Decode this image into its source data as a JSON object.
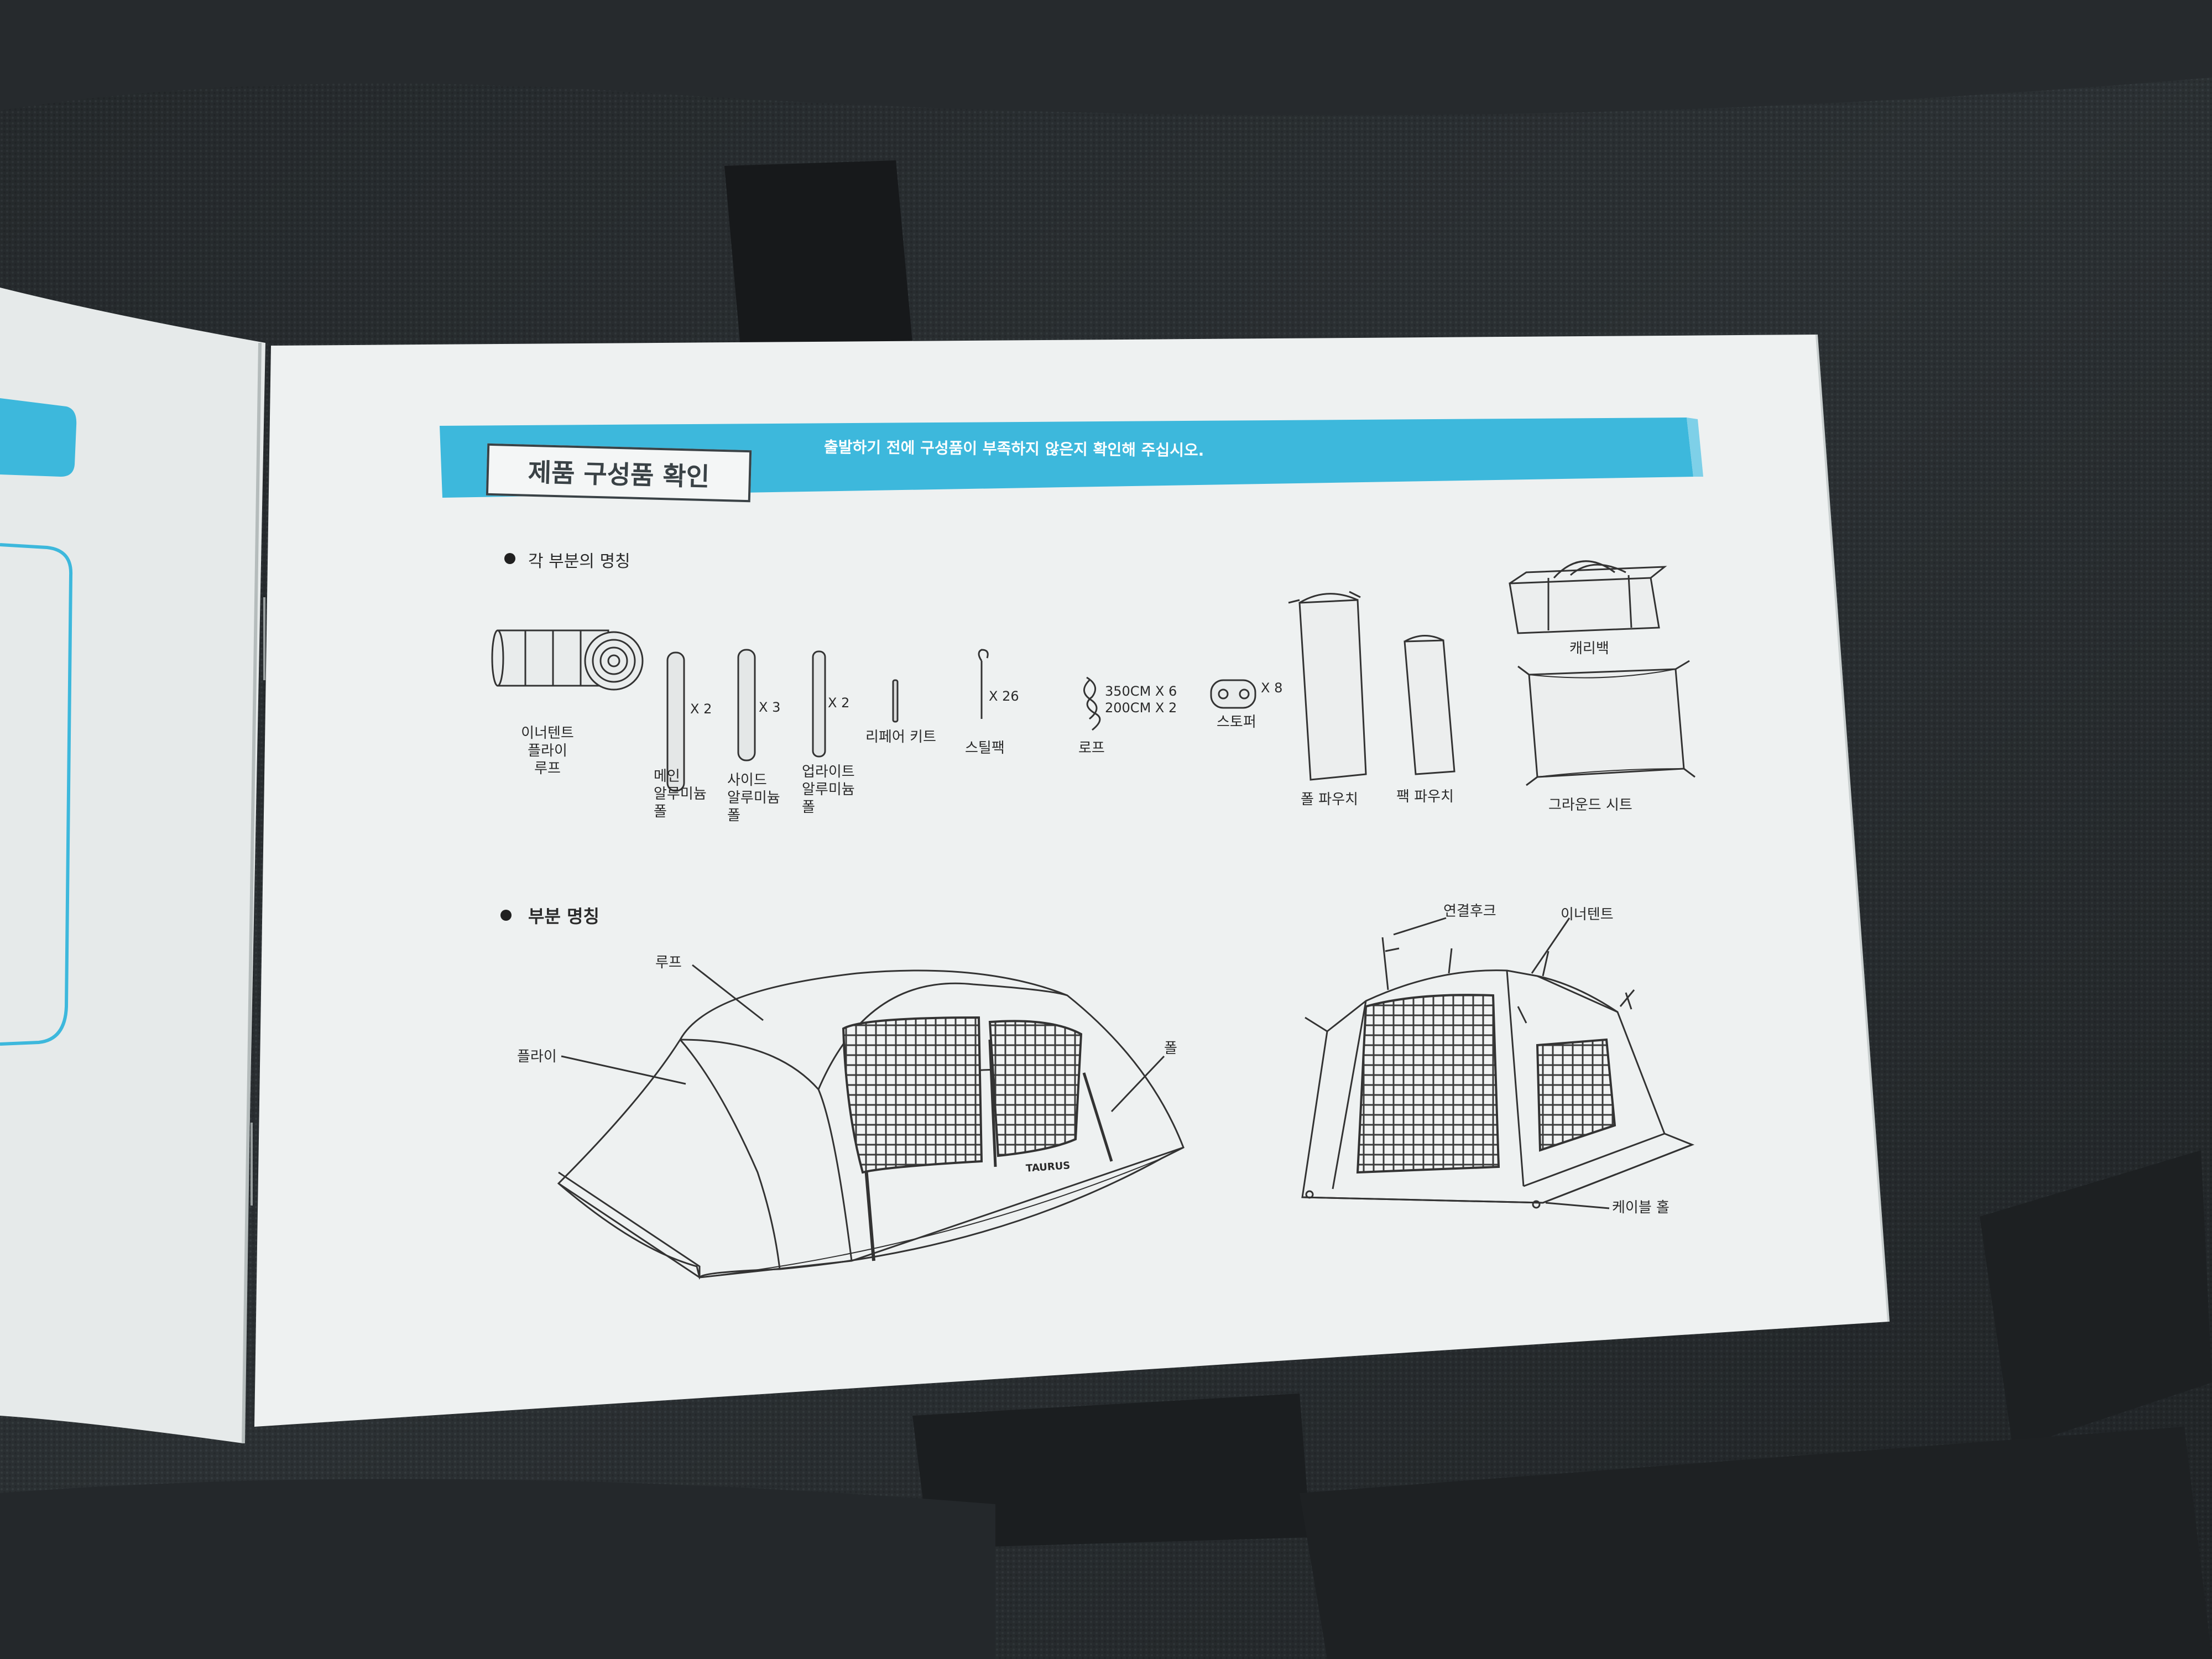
{
  "banner": {
    "title": "제품 구성품 확인",
    "subtitle": "출발하기 전에 구성품이 부족하지 않은지 확인해 주십시오."
  },
  "section1": {
    "heading": "각 부분의 명칭",
    "items": [
      {
        "label_lines": [
          "이너텐트",
          "플라이",
          "루프"
        ],
        "qty": ""
      },
      {
        "label_lines": [
          "메인",
          "알루미늄",
          "폴"
        ],
        "qty": "X 2"
      },
      {
        "label_lines": [
          "사이드",
          "알루미늄",
          "폴"
        ],
        "qty": "X 3"
      },
      {
        "label_lines": [
          "업라이트",
          "알루미늄",
          "폴"
        ],
        "qty": "X 2"
      },
      {
        "label_lines": [
          "리페어 키트"
        ],
        "qty": ""
      },
      {
        "label_lines": [
          "스틸팩"
        ],
        "qty": "X 26"
      },
      {
        "label_lines": [
          "로프"
        ],
        "qty_lines": [
          "350CM X 6",
          "200CM X 2"
        ]
      },
      {
        "label_lines": [
          "스토퍼"
        ],
        "qty": "X 8"
      },
      {
        "label_lines": [
          "폴 파우치"
        ],
        "qty": ""
      },
      {
        "label_lines": [
          "팩 파우치"
        ],
        "qty": ""
      },
      {
        "label_lines": [
          "캐리백"
        ],
        "qty": ""
      },
      {
        "label_lines": [
          "그라운드 시트"
        ],
        "qty": ""
      }
    ]
  },
  "section2": {
    "heading": "부분 명칭",
    "outer_labels": {
      "roof": "루프",
      "fly": "플라이",
      "pole": "폴",
      "brand": "TAURUS"
    },
    "inner_labels": {
      "hook": "연결후크",
      "inner_tent": "이너텐트",
      "cable_hole": "케이블 홀"
    }
  },
  "colors": {
    "accent": "#3db8dc",
    "page": "#eef1f1",
    "fabric": "#2b3033",
    "ink": "#2a2a2a"
  }
}
